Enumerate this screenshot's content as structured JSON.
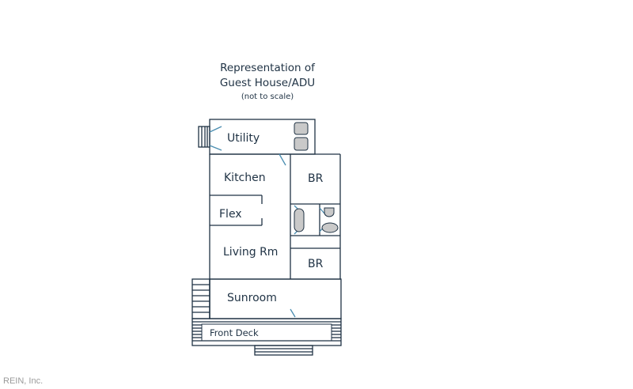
{
  "title": {
    "line1": "Representation of",
    "line2": "Guest House/ADU",
    "line3": "(not to scale)"
  },
  "rooms": {
    "utility": "Utility",
    "kitchen": "Kitchen",
    "flex": "Flex",
    "living": "Living Rm",
    "sunroom": "Sunroom",
    "bedroom_upper": "BR",
    "bedroom_lower": "BR",
    "front_deck": "Front Deck"
  },
  "watermark": "REIN, Inc.",
  "colors": {
    "wall": "#1f3244",
    "door_swing": "#4a8db0",
    "fixture_fill": "#c9c9c9"
  }
}
